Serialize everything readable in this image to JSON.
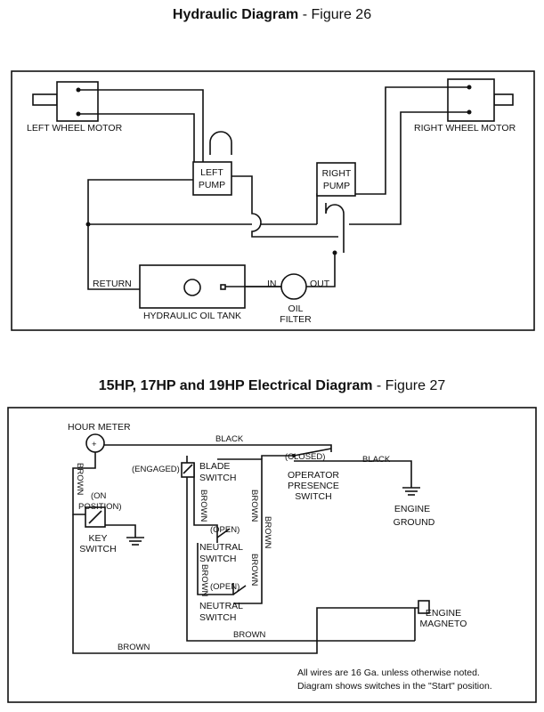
{
  "figure26": {
    "title_bold": "Hydraulic Diagram",
    "title_rest": " - Figure 26",
    "labels": {
      "left_motor": "LEFT WHEEL MOTOR",
      "right_motor": "RIGHT WHEEL MOTOR",
      "left_pump_1": "LEFT",
      "left_pump_2": "PUMP",
      "right_pump_1": "RIGHT",
      "right_pump_2": "PUMP",
      "return": "RETURN",
      "tank": "HYDRAULIC OIL TANK",
      "in": "IN",
      "out": "OUT",
      "filter_1": "OIL",
      "filter_2": "FILTER"
    }
  },
  "figure27": {
    "title_bold": "15HP, 17HP and 19HP Electrical Diagram",
    "title_rest": " - Figure 27",
    "labels": {
      "hour_meter": "HOUR METER",
      "black_top": "BLACK",
      "black_right": "BLACK",
      "closed": "(CLOSED)",
      "operator_1": "OPERATOR",
      "operator_2": "PRESENCE",
      "operator_3": "SWITCH",
      "engaged": "(ENGAGED)",
      "blade_1": "BLADE",
      "blade_2": "SWITCH",
      "brown_left": "BROWN",
      "brown_blade": "BROWN",
      "brown_mid1": "BROWN",
      "brown_mid2": "BROWN",
      "brown_mid3": "BROWN",
      "brown_n1": "BROWN",
      "brown_bottom_left": "BROWN",
      "brown_bottom_mid": "BROWN",
      "on_1": "(ON",
      "on_2": "POSITION)",
      "key_1": "KEY",
      "key_2": "SWITCH",
      "open_1": "(OPEN)",
      "open_2": "(OPEN)",
      "neutral1_1": "NEUTRAL",
      "neutral1_2": "SWITCH",
      "neutral2_1": "NEUTRAL",
      "neutral2_2": "SWITCH",
      "engine_ground_1": "ENGINE",
      "engine_ground_2": "GROUND",
      "engine_magneto_1": "ENGINE",
      "engine_magneto_2": "MAGNETO"
    },
    "notes": {
      "line1": "All wires are 16 Ga. unless otherwise noted.",
      "line2": "Diagram shows switches in the \"Start\" position."
    }
  }
}
